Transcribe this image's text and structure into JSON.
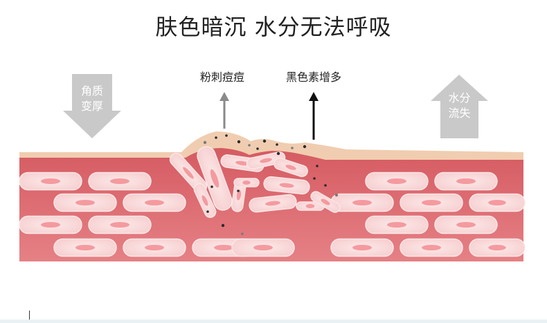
{
  "title": "肤色暗沉  水分无法呼吸",
  "labels": {
    "acne": "粉刺痘痘",
    "melanin": "黑色素增多",
    "keratin_line1": "角质",
    "keratin_line2": "变厚",
    "water_line1": "水分",
    "water_line2": "流失"
  },
  "colors": {
    "skin_top": "#f0cdb0",
    "tissue": "#d9656b",
    "cell_fill": "#f9dcdc",
    "cell_core": "#f28d93",
    "arrow_gray": "#c8c8c8",
    "arrow_dark": "#111111",
    "arrow_mid": "#8a8a8a"
  }
}
